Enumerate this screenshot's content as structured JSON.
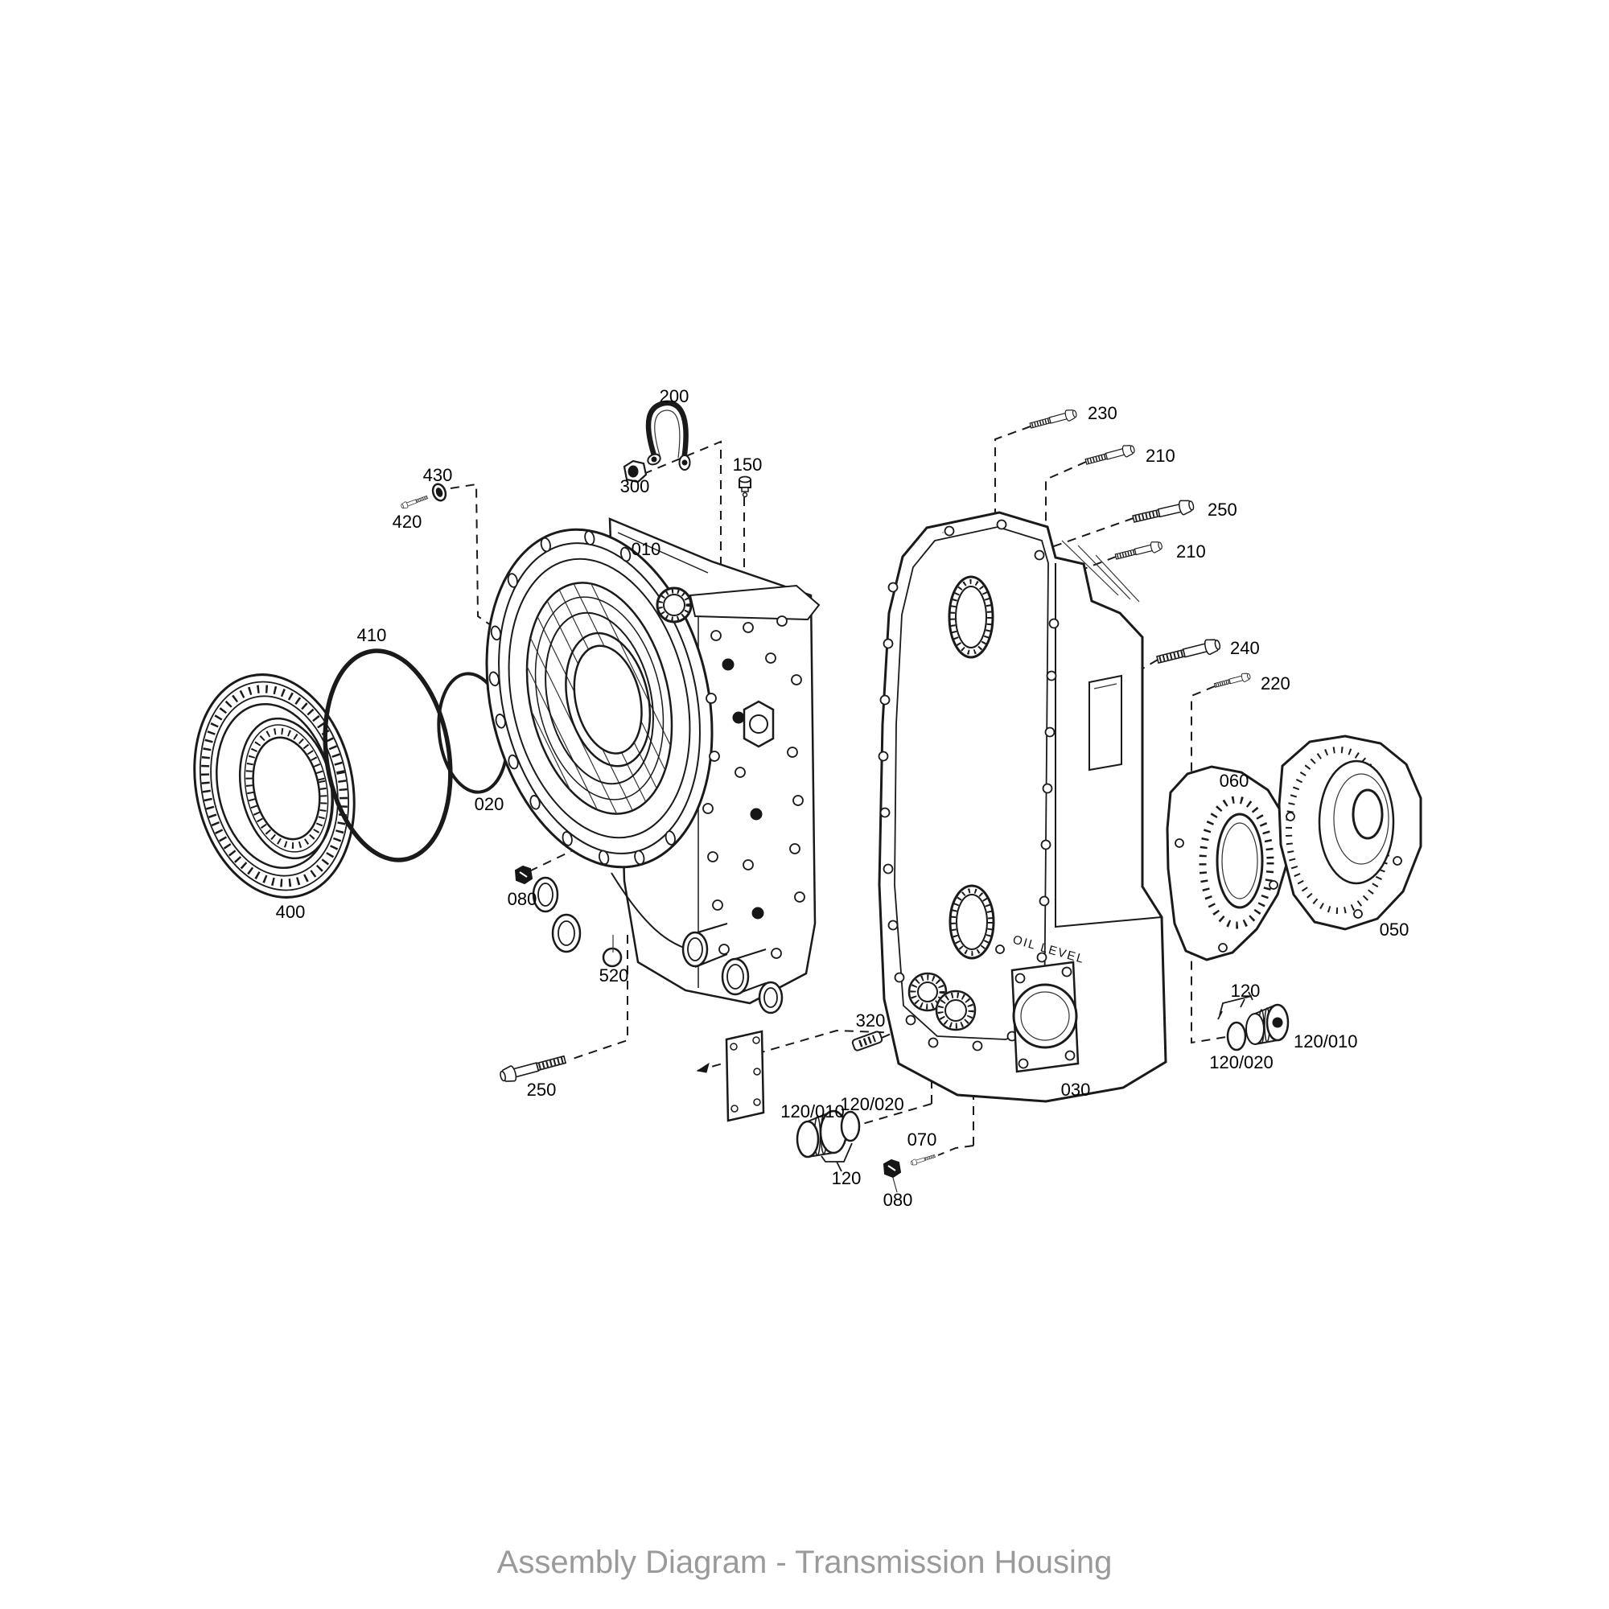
{
  "title": {
    "text": "Assembly Diagram - Transmission Housing",
    "color": "#9a9a9a"
  },
  "diagram": {
    "background": "#ffffff",
    "line_color": "#1a1a1a",
    "oil_level_marking": "OIL LEVEL",
    "labels": [
      {
        "part": "shackle-clip",
        "text": "200"
      },
      {
        "part": "hex-nut",
        "text": "300"
      },
      {
        "part": "breather-fitting",
        "text": "150"
      },
      {
        "part": "washer",
        "text": "430"
      },
      {
        "part": "hex-bolt-small",
        "text": "420"
      },
      {
        "part": "converter-housing",
        "text": "010"
      },
      {
        "part": "o-ring-large",
        "text": "410"
      },
      {
        "part": "o-ring-medium",
        "text": "020"
      },
      {
        "part": "shaft-seal",
        "text": "400"
      },
      {
        "part": "hex-nut-left",
        "text": "080"
      },
      {
        "part": "steel-ball",
        "text": "520"
      },
      {
        "part": "hex-bolt-lower-left",
        "text": "250"
      },
      {
        "part": "hex-bolt-1",
        "text": "230"
      },
      {
        "part": "hex-bolt-2",
        "text": "210"
      },
      {
        "part": "hex-bolt-3",
        "text": "250"
      },
      {
        "part": "hex-bolt-4",
        "text": "210"
      },
      {
        "part": "hex-bolt-5",
        "text": "240"
      },
      {
        "part": "hex-bolt-6",
        "text": "220"
      },
      {
        "part": "gasket-cover",
        "text": "060"
      },
      {
        "part": "bearing-cover",
        "text": "050"
      },
      {
        "part": "screw-plug-group-r",
        "text": "120"
      },
      {
        "part": "screw-plug-r",
        "text": "120/010"
      },
      {
        "part": "sealing-ring-r",
        "text": "120/020"
      },
      {
        "part": "gearbox-housing",
        "text": "030"
      },
      {
        "part": "dowel-pin",
        "text": "320"
      },
      {
        "part": "screw-plug-b",
        "text": "120/010"
      },
      {
        "part": "sealing-ring-b",
        "text": "120/020"
      },
      {
        "part": "screw-plug-group-b",
        "text": "120"
      },
      {
        "part": "slotted-screw",
        "text": "070"
      },
      {
        "part": "hex-nut-bottom",
        "text": "080"
      }
    ]
  }
}
